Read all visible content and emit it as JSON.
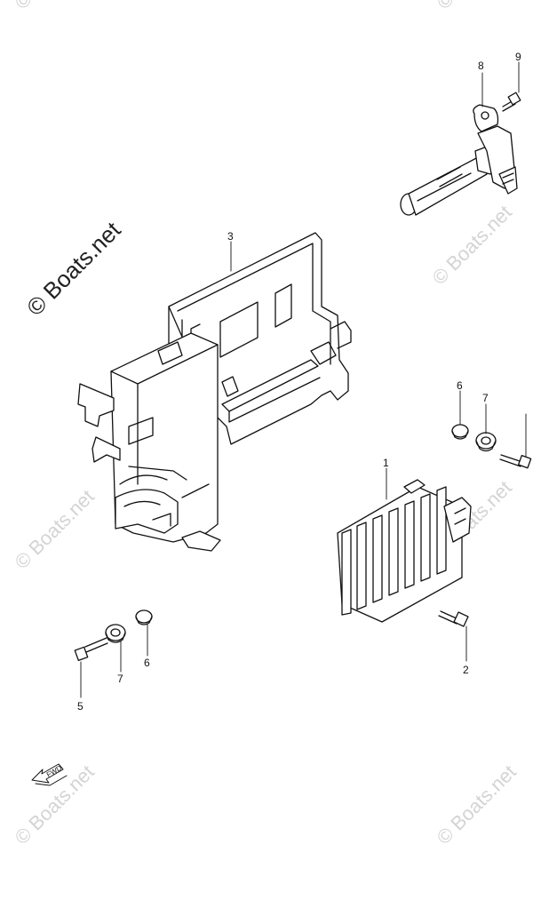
{
  "watermark": {
    "main_text": "© Boats.net",
    "faint_text": "© Boats.net"
  },
  "callouts": {
    "c1": "1",
    "c2": "2",
    "c3": "3",
    "c5": "5",
    "c6a": "6",
    "c6b": "6",
    "c7a": "7",
    "c7b": "7",
    "c8": "8",
    "c9": "9"
  },
  "fwd_label": "FWD"
}
